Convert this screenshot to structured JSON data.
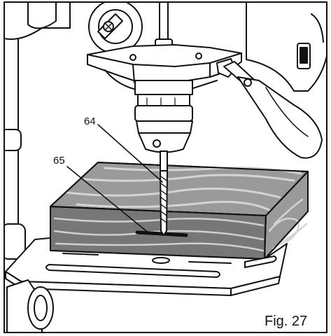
{
  "figure": {
    "caption": "Fig. 27",
    "callouts": {
      "drill_bit": "64",
      "workpiece_mark": "65"
    }
  },
  "colors": {
    "outline": "#111111",
    "machine_fill": "#ffffff",
    "wood_light": "#9a9a9a",
    "wood_dark": "#6e6e6e",
    "grain": "#d4d4d4",
    "table_shadow": "#e6e6e6"
  },
  "icons": {
    "rocker_switch": "power-switch-icon"
  }
}
